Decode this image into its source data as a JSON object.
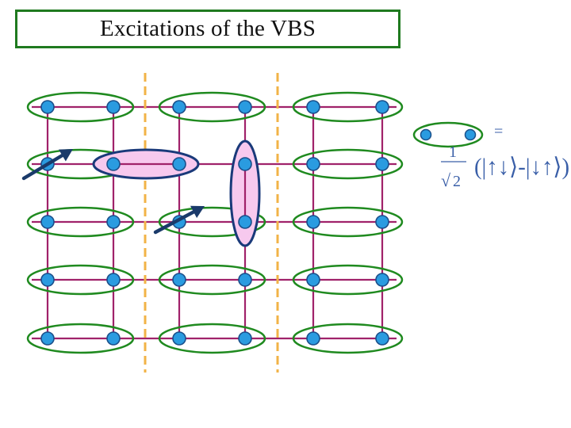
{
  "title": "Excitations of the VBS",
  "colors": {
    "bond_line": "#a0226a",
    "singlet_ring": "#1f8a1f",
    "site_fill": "#2a9be0",
    "site_stroke": "#1a4f8a",
    "excited_ring": "#1a3a7a",
    "excited_fill": "#f7c9ee",
    "dashed_line": "#f2b347",
    "arrow": "#1a3a6a",
    "formula": "#3a5fa8"
  },
  "legend": {
    "equals": "=",
    "numerator": "1",
    "sqrt_symbol": "√",
    "denominator": "2",
    "state_expr": "(|↑↓⟩-|↓↑⟩)"
  }
}
